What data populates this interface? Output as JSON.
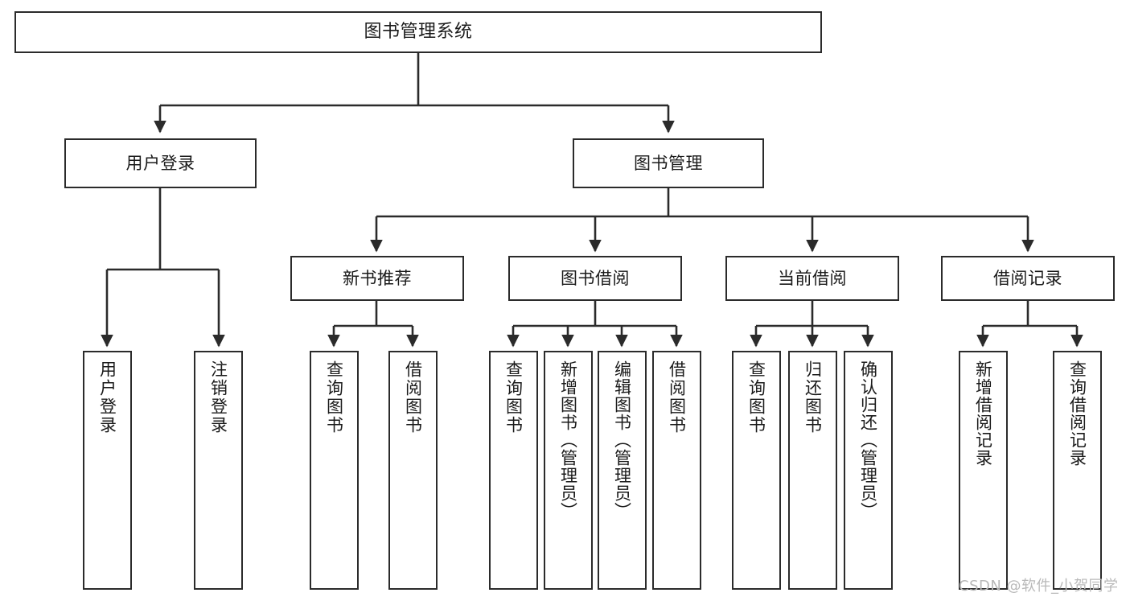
{
  "diagram": {
    "type": "tree-hierarchy-diagram",
    "title": "图书管理系统",
    "watermark": "CSDN @软件_小贺同学",
    "colors": {
      "stroke": "#2b2b2b",
      "fill": "#ffffff",
      "text": "#1a1a1a",
      "watermark": "#b9b9b9",
      "background": "#ffffff"
    },
    "root": {
      "label": "图书管理系统"
    },
    "level1": [
      {
        "label": "用户登录"
      },
      {
        "label": "图书管理"
      }
    ],
    "level2": [
      {
        "label": "新书推荐"
      },
      {
        "label": "图书借阅"
      },
      {
        "label": "当前借阅"
      },
      {
        "label": "借阅记录"
      }
    ],
    "leaves": {
      "user_login": [
        {
          "label": "用户登录"
        },
        {
          "label": "注销登录"
        }
      ],
      "new_book": [
        {
          "label": "查询图书"
        },
        {
          "label": "借阅图书"
        }
      ],
      "book_borrow": [
        {
          "label": "查询图书"
        },
        {
          "label": "新增图书（管理员）"
        },
        {
          "label": "编辑图书（管理员）"
        },
        {
          "label": "借阅图书"
        }
      ],
      "current_borrow": [
        {
          "label": "查询图书"
        },
        {
          "label": "归还图书"
        },
        {
          "label": "确认归还（管理员）"
        }
      ],
      "borrow_record": [
        {
          "label": "新增借阅记录"
        },
        {
          "label": "查询借阅记录"
        }
      ]
    }
  }
}
